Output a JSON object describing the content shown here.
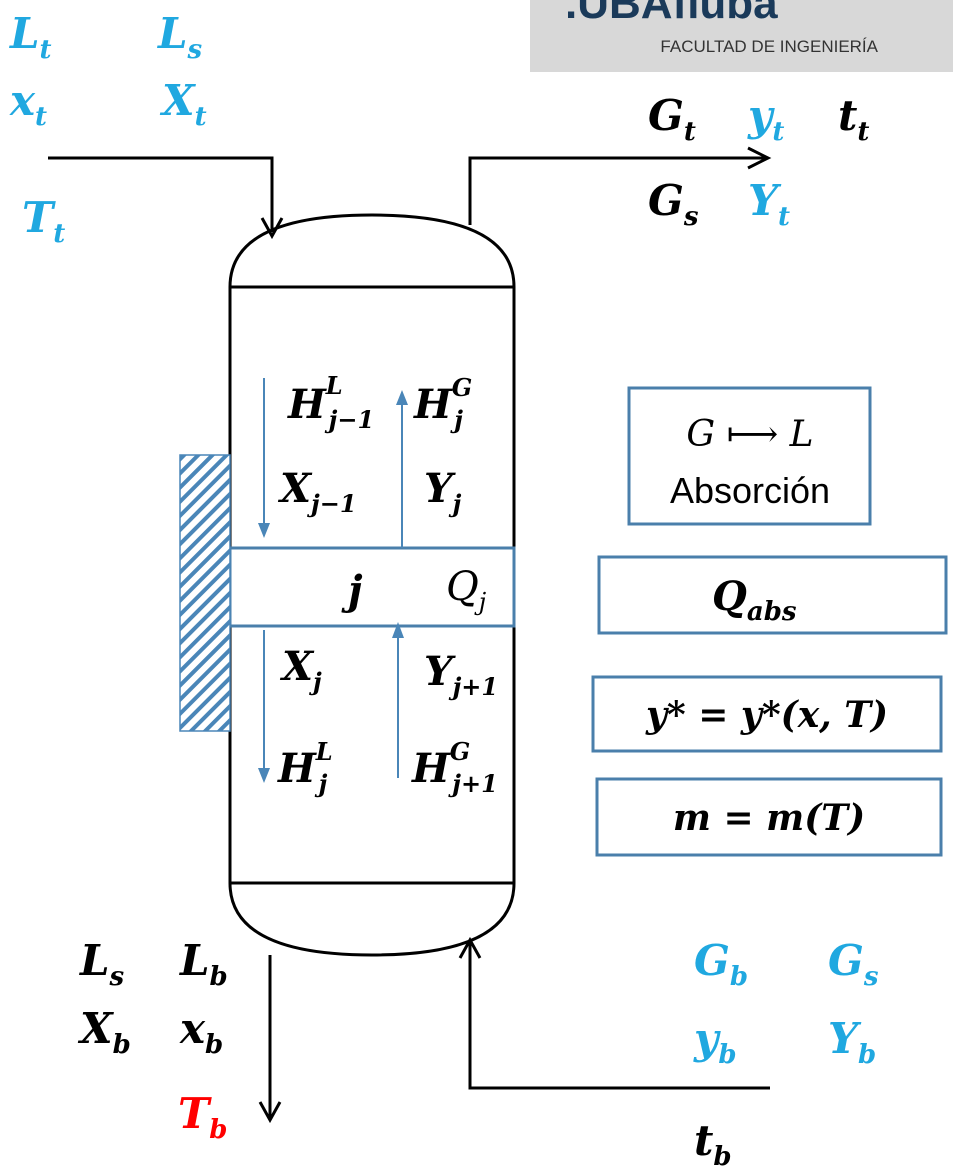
{
  "colors": {
    "black": "#000000",
    "blue": "#20a8e0",
    "red": "#ff0000",
    "arrow_blue": "#4a86b8",
    "box_border": "#4a7fab",
    "logo_bg": "#d8d8d8",
    "logo_text": "#1a3a5a"
  },
  "logo": {
    "brand": ".UBAfiuba",
    "subtitle": "FACULTAD DE INGENIERÍA"
  },
  "top_left": {
    "L": "L",
    "L_sub": "t",
    "Ls": "L",
    "Ls_sub": "s",
    "x": "x",
    "x_sub": "t",
    "X": "X",
    "X_sub": "t",
    "T": "T",
    "T_sub": "t"
  },
  "top_right": {
    "G": "G",
    "G_sub": "t",
    "y": "y",
    "y_sub": "t",
    "t": "t",
    "t_sub": "t",
    "Gs": "G",
    "Gs_sub": "s",
    "Y": "Y",
    "Y_sub": "t"
  },
  "column": {
    "HL_prev": "H",
    "HL_prev_sup": "L",
    "HL_prev_sub": "j−1",
    "HG": "H",
    "HG_sup": "G",
    "HG_sub": "j",
    "X_prev": "X",
    "X_prev_sub": "j−1",
    "Y": "Y",
    "Y_sub": "j",
    "stage": "j",
    "Q": "Q",
    "Q_sub": "j",
    "X": "X",
    "X_sub": "j",
    "Y_next": "Y",
    "Y_next_sub": "j+1",
    "HL": "H",
    "HL_sup": "L",
    "HL_sub": "j",
    "HG_next": "H",
    "HG_next_sup": "G",
    "HG_next_sub": "j+1"
  },
  "boxes": {
    "mapping": "G ⟼ L",
    "mapping_label": "Absorción",
    "Q": "Q",
    "Q_sub": "abs",
    "equilibrium": "y* = y*(x, T)",
    "slope": "m = m(T)"
  },
  "bottom_left": {
    "Ls": "L",
    "Ls_sub": "s",
    "Lb": "L",
    "Lb_sub": "b",
    "Xb": "X",
    "Xb_sub": "b",
    "xb": "x",
    "xb_sub": "b",
    "Tb": "T",
    "Tb_sub": "b"
  },
  "bottom_right": {
    "Gb": "G",
    "Gb_sub": "b",
    "Gs": "G",
    "Gs_sub": "s",
    "yb": "y",
    "yb_sub": "b",
    "Yb": "Y",
    "Yb_sub": "b",
    "tb": "t",
    "tb_sub": "b"
  }
}
